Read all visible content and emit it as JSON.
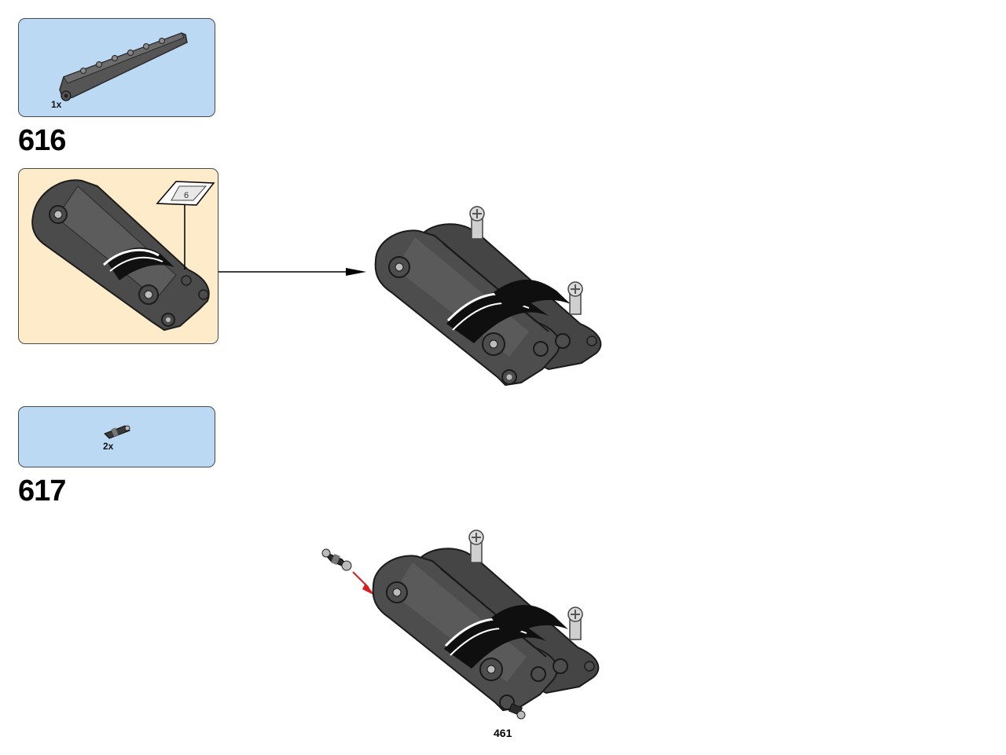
{
  "page": {
    "number": "461"
  },
  "steps": [
    {
      "number": "616",
      "parts": [
        {
          "quantity": "1x",
          "icon": "technic-beam-part"
        }
      ],
      "has_submodel_callout": true,
      "submodel_page_ref": "6"
    },
    {
      "number": "617",
      "parts": [
        {
          "quantity": "2x",
          "icon": "technic-pin-connector-part"
        }
      ]
    }
  ],
  "colors": {
    "parts_box": "#bcd9f3",
    "submodel_box": "#fdebc9",
    "brick_dark": "#4b4b4b",
    "insert_arrow": "#d32020"
  }
}
